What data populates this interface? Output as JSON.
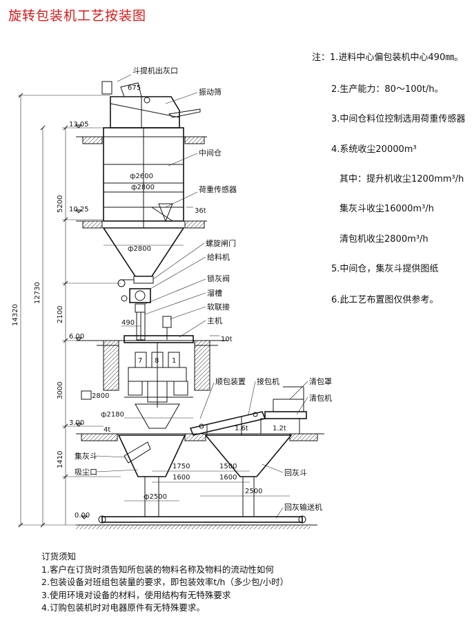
{
  "title": "旋转包装机工艺按装图",
  "notes": [
    {
      "label": "注：1.进料中心偏包装机中心490㎜。"
    },
    {
      "label": "2.生产能力：80～100t/h。"
    },
    {
      "label": "3.中间仓料位控制选用荷重传感器"
    },
    {
      "label": "4.系统收尘20000m³"
    },
    {
      "label": "其中：提升机收尘1200mm³/h"
    },
    {
      "label": "集灰斗收尘16000m³/h"
    },
    {
      "label": "清包机收尘2800m³/h"
    },
    {
      "label": "5.中间仓，集灰斗提供图纸"
    },
    {
      "label": "6.此工艺布置图仅供参考。"
    }
  ],
  "labels": {
    "elevator_outlet": "斗提机出灰口",
    "vibrating_screen": "振动筛",
    "middle_bin": "中间仓",
    "load_sensor": "荷重传感器",
    "screw_gate": "螺旋闸门",
    "feeder": "给料机",
    "ash_lock_valve": "锁灰阀",
    "chute": "溜槽",
    "soft_joint": "软联接",
    "main_machine": "主机",
    "bag_guide": "顺包装置",
    "bag_receiver": "接包机",
    "cleaning_hood": "清包罩",
    "bag_cleaner": "清包机",
    "ash_hopper": "集灰斗",
    "dust_port": "吸尘口",
    "return_hopper": "回灰斗",
    "return_conveyor": "回灰输送机"
  },
  "dimensions": {
    "d675": "675",
    "el_1305": "13.05",
    "el_1025": "10.25",
    "el_600": "6.00",
    "el_300": "3.00",
    "el_000": "0.00",
    "h14320": "14320",
    "h12730": "12730",
    "h5200": "5200",
    "h2100": "2100",
    "h3000": "3000",
    "h1410": "1410",
    "phi2600": "ф2600",
    "phi2800a": "ф2800",
    "phi2800b": "ф2800",
    "phi2180": "ф2180",
    "phi2500": "ф2500",
    "w2800": "2800",
    "w490": "490",
    "w1750": "1750",
    "w1600": "1600",
    "w1500": "1500",
    "w2500": "2500",
    "t36": "36t",
    "t10": "10t",
    "t4": "4t",
    "t16": "1.6t",
    "t12": "1.2t",
    "n7": "7",
    "n8": "8",
    "n1": "1"
  },
  "order": {
    "heading": "订货须知",
    "items": [
      "1.客户在订货时须告知所包装的物料名称及物料的流动性如何",
      "2.包装设备对班组包装量的要求，即包装效率t/h（多少包/小时）",
      "3.使用环境对设备的材料，使用结构有无特殊要求",
      "4.订购包装机时对电器原件有无特殊要求。"
    ]
  }
}
